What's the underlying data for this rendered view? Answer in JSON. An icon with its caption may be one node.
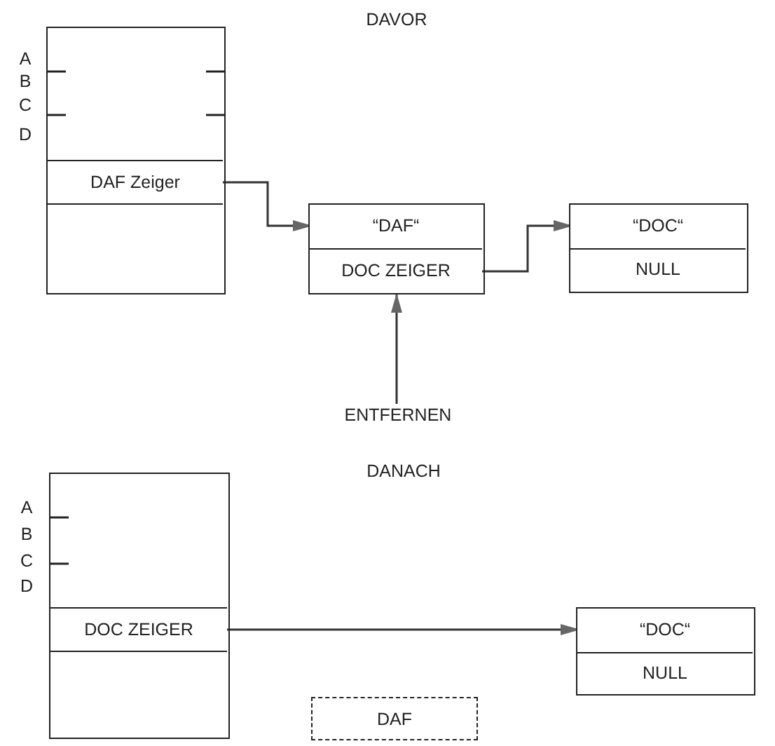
{
  "diagram": {
    "nodes": [
      {
        "text": [],
        "shape": "box"
      },
      {
        "text": [
          "DAF Zeiger"
        ],
        "in": 0
      },
      {
        "text": [],
        "shape": "box"
      },
      {
        "text": [
          "“DAF“"
        ],
        "in": 2
      },
      {
        "text": [
          "DOC ZEIGER"
        ],
        "in": 2
      },
      {
        "text": [],
        "shape": "box"
      },
      {
        "text": [
          "“DOC“"
        ],
        "in": 5
      },
      {
        "text": [
          "NULL"
        ],
        "in": 5
      },
      {
        "text": [
          "ENTFERNEN"
        ]
      },
      {
        "text": [],
        "shape": "box"
      },
      {
        "text": [
          "DOC ZEIGER"
        ],
        "in": 9
      },
      {
        "text": [],
        "shape": "box"
      },
      {
        "text": [
          "“DOC“"
        ],
        "in": 11
      },
      {
        "text": [
          "NULL"
        ],
        "in": 11
      },
      {
        "text": [
          "DAF"
        ]
      }
    ],
    "edges": [
      {
        "from": 1,
        "to": 3,
        "arrow": "to"
      },
      {
        "from": 4,
        "to": 6,
        "arrow": "to"
      },
      {
        "from": 8,
        "to": 4,
        "arrow": "to"
      },
      {
        "from": 10,
        "to": 12,
        "arrow": "to"
      }
    ],
    "labels": [
      "DAVOR",
      "A",
      "B",
      "C",
      "D",
      "DANACH",
      "A",
      "B",
      "C",
      "D"
    ]
  }
}
